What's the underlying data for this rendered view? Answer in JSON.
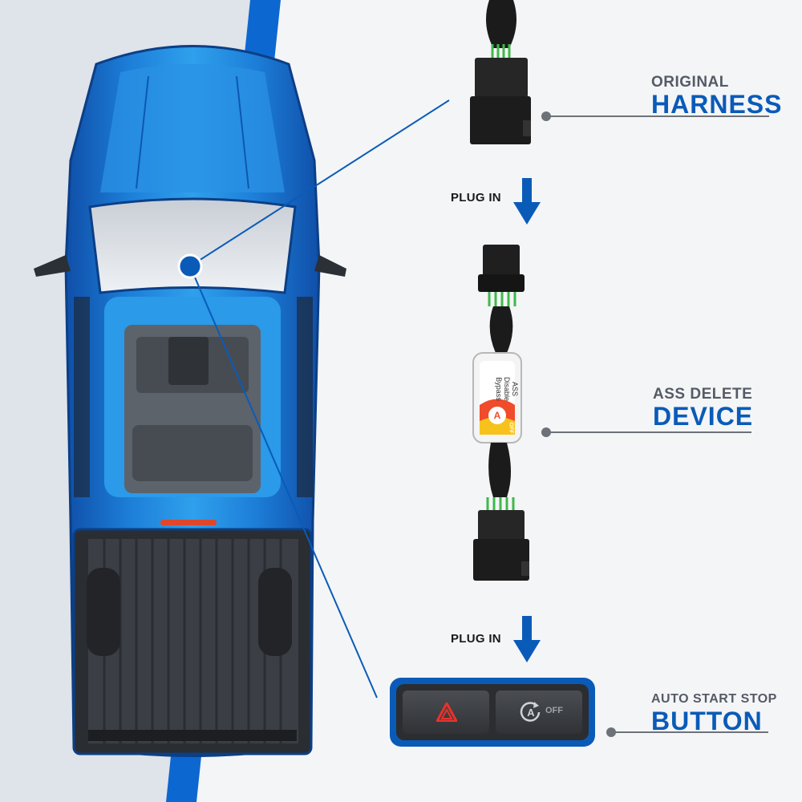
{
  "labels": {
    "harness": {
      "small": "ORIGINAL",
      "big": "HARNESS"
    },
    "device": {
      "small": "ASS DELETE",
      "big": "DEVICE"
    },
    "button": {
      "small": "AUTO START STOP",
      "big": "BUTTON"
    }
  },
  "steps": {
    "plug_in_1": "PLUG IN",
    "plug_in_2": "PLUG IN"
  },
  "device_sticker": {
    "line1": "ASS",
    "line2": "Disable Bypass",
    "badge": "OFF"
  },
  "button_panel": {
    "stop_button_text": "OFF"
  },
  "colors": {
    "accent": "#0a5bb8",
    "truck": "#1f7fd6",
    "harness": "#1b1b1b",
    "wire": "#3fb94a"
  },
  "icons": [
    "hazard-triangle-icon",
    "auto-start-stop-icon",
    "down-arrow-icon"
  ]
}
